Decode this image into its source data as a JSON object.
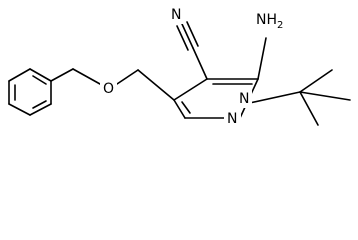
{
  "atom_labels": {
    "nitrile_n": "N",
    "amine": "NH",
    "amine_h_count": "2",
    "ether_o": "O",
    "ring_n1": "N",
    "ring_n2": "N"
  },
  "colors": {
    "bond": "#000000",
    "text": "#000000",
    "background": "#ffffff"
  }
}
